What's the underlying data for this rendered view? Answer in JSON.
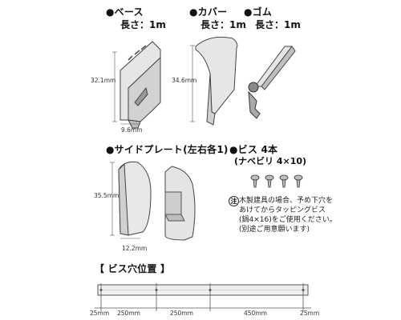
{
  "items": {
    "base": {
      "title": "●ベース",
      "length": "長さ：1m",
      "dim_h": "32.1mm",
      "dim_w": "9.6mm"
    },
    "cover": {
      "title": "●カバー",
      "length": "長さ：1m",
      "dim_h": "34.6mm"
    },
    "rubber": {
      "title": "●ゴム",
      "length": "長さ：1m"
    },
    "side_plate": {
      "title": "●サイドプレート(左右各1)",
      "dim_h": "35.5mm",
      "dim_w": "12.2mm"
    },
    "screws": {
      "title": "●ビス 4本",
      "spec": "(ナベビリ 4×10)"
    }
  },
  "note": {
    "mark": "注",
    "lines": [
      "木製建具の場合、予め下穴を",
      "あけてからタッピングビス",
      "(鍋4×16)をご使用ください。",
      "(別途ご用意願います)"
    ]
  },
  "hole_position": {
    "title": "【 ビス穴位置 】",
    "dims": [
      "25mm",
      "250mm",
      "250mm",
      "450mm",
      "25mm"
    ]
  }
}
